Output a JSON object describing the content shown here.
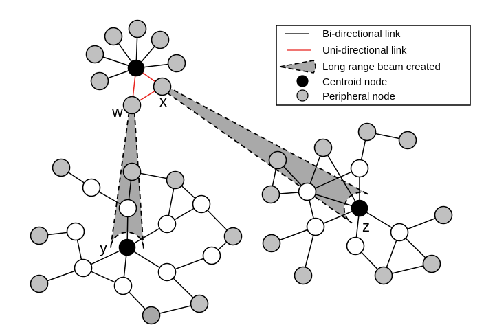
{
  "colors": {
    "bi_link": "#000000",
    "uni_link": "#e8231e",
    "beam_fill": "#a9a9a9",
    "centroid": "#000000",
    "peripheral": "#c0c0c0",
    "peripheral_dark": "#a8a8a8",
    "regular": "#ffffff"
  },
  "legend": {
    "items": [
      {
        "key": "bi",
        "label": "Bi-directional link"
      },
      {
        "key": "uni",
        "label": "Uni-directional link"
      },
      {
        "key": "beam",
        "label": "Long range beam created"
      },
      {
        "key": "centroid",
        "label": "Centroid node"
      },
      {
        "key": "peripheral",
        "label": "Peripheral node"
      }
    ]
  },
  "labels": {
    "w": "w",
    "x": "x",
    "y": "y",
    "z": "z"
  },
  "clusters": [
    {
      "name": "top",
      "nodes": [
        {
          "id": "c1",
          "type": "centroid"
        },
        {
          "id": "t1",
          "type": "peripheral"
        },
        {
          "id": "t2",
          "type": "peripheral"
        },
        {
          "id": "t3",
          "type": "peripheral"
        },
        {
          "id": "t4",
          "type": "peripheral"
        },
        {
          "id": "t5",
          "type": "peripheral"
        },
        {
          "id": "t6",
          "type": "peripheral"
        },
        {
          "id": "x",
          "type": "peripheral",
          "label": "x"
        },
        {
          "id": "w",
          "type": "peripheral",
          "label": "w"
        }
      ]
    },
    {
      "name": "left",
      "nodes": [
        {
          "id": "y",
          "type": "centroid",
          "label": "y"
        },
        {
          "id": "l1",
          "type": "peripheral"
        },
        {
          "id": "l2",
          "type": "regular"
        },
        {
          "id": "l3",
          "type": "peripheral"
        },
        {
          "id": "l4",
          "type": "regular"
        },
        {
          "id": "l5",
          "type": "peripheral"
        },
        {
          "id": "l6",
          "type": "regular"
        },
        {
          "id": "l7",
          "type": "peripheral"
        },
        {
          "id": "l8",
          "type": "regular"
        },
        {
          "id": "l9",
          "type": "regular"
        },
        {
          "id": "l10",
          "type": "peripheral"
        },
        {
          "id": "l11",
          "type": "regular"
        },
        {
          "id": "l12",
          "type": "regular"
        },
        {
          "id": "l13",
          "type": "regular"
        },
        {
          "id": "l14",
          "type": "regular"
        },
        {
          "id": "l15",
          "type": "peripheral"
        },
        {
          "id": "l16",
          "type": "peripheral_dark"
        },
        {
          "id": "l17",
          "type": "peripheral"
        }
      ]
    },
    {
      "name": "right",
      "nodes": [
        {
          "id": "z",
          "type": "centroid",
          "label": "z"
        },
        {
          "id": "r1",
          "type": "peripheral"
        },
        {
          "id": "r2",
          "type": "peripheral"
        },
        {
          "id": "r3",
          "type": "peripheral"
        },
        {
          "id": "r4",
          "type": "peripheral"
        },
        {
          "id": "r5",
          "type": "regular"
        },
        {
          "id": "r6",
          "type": "regular"
        },
        {
          "id": "r7",
          "type": "peripheral"
        },
        {
          "id": "r8",
          "type": "regular"
        },
        {
          "id": "r9",
          "type": "peripheral"
        },
        {
          "id": "r10",
          "type": "regular"
        },
        {
          "id": "r11",
          "type": "regular"
        },
        {
          "id": "r12",
          "type": "peripheral"
        },
        {
          "id": "r13",
          "type": "peripheral"
        },
        {
          "id": "r14",
          "type": "peripheral"
        },
        {
          "id": "r15",
          "type": "peripheral"
        }
      ]
    }
  ],
  "edges": [
    {
      "from": "c1",
      "to": "t1",
      "kind": "bi"
    },
    {
      "from": "c1",
      "to": "t2",
      "kind": "bi"
    },
    {
      "from": "c1",
      "to": "t3",
      "kind": "bi"
    },
    {
      "from": "c1",
      "to": "t4",
      "kind": "bi"
    },
    {
      "from": "c1",
      "to": "t5",
      "kind": "bi"
    },
    {
      "from": "c1",
      "to": "t6",
      "kind": "bi"
    },
    {
      "from": "c1",
      "to": "w",
      "kind": "uni"
    },
    {
      "from": "c1",
      "to": "x",
      "kind": "uni"
    },
    {
      "from": "w",
      "to": "x",
      "kind": "uni"
    },
    {
      "from": "y",
      "to": "l4",
      "kind": "bi"
    },
    {
      "from": "y",
      "to": "l9",
      "kind": "bi"
    },
    {
      "from": "y",
      "to": "l11",
      "kind": "bi"
    },
    {
      "from": "y",
      "to": "l13",
      "kind": "bi"
    },
    {
      "from": "y",
      "to": "l14",
      "kind": "bi"
    },
    {
      "from": "l1",
      "to": "l2",
      "kind": "bi"
    },
    {
      "from": "l2",
      "to": "l4",
      "kind": "bi"
    },
    {
      "from": "l3",
      "to": "l4",
      "kind": "bi"
    },
    {
      "from": "l3",
      "to": "l5",
      "kind": "bi"
    },
    {
      "from": "l5",
      "to": "l6",
      "kind": "bi"
    },
    {
      "from": "l5",
      "to": "l9",
      "kind": "bi"
    },
    {
      "from": "l6",
      "to": "l9",
      "kind": "bi"
    },
    {
      "from": "l6",
      "to": "l10",
      "kind": "bi"
    },
    {
      "from": "l10",
      "to": "l8",
      "kind": "bi"
    },
    {
      "from": "l8",
      "to": "l13",
      "kind": "bi"
    },
    {
      "from": "l7",
      "to": "l12",
      "kind": "bi"
    },
    {
      "from": "l12",
      "to": "l11",
      "kind": "bi"
    },
    {
      "from": "l11",
      "to": "l14",
      "kind": "bi"
    },
    {
      "from": "l11",
      "to": "l15",
      "kind": "bi"
    },
    {
      "from": "l15",
      "to": "l12x",
      "kind": "skip"
    },
    {
      "from": "l15",
      "to": "l16",
      "kind": "skip"
    },
    {
      "from": "l14",
      "to": "l16",
      "kind": "bi"
    },
    {
      "from": "l16",
      "to": "l17",
      "kind": "bi"
    },
    {
      "from": "l17",
      "to": "l13",
      "kind": "bi"
    },
    {
      "from": "l12",
      "to": "l18",
      "kind": "skip"
    },
    {
      "from": "r5",
      "to": "r1",
      "kind": "bi"
    },
    {
      "from": "r5",
      "to": "r2",
      "kind": "bi"
    },
    {
      "from": "r5",
      "to": "r4",
      "kind": "bi"
    },
    {
      "from": "r5",
      "to": "r6",
      "kind": "bi"
    },
    {
      "from": "r5",
      "to": "z",
      "kind": "bi"
    },
    {
      "from": "r5",
      "to": "r8",
      "kind": "bi"
    },
    {
      "from": "r1",
      "to": "r4",
      "kind": "bi"
    },
    {
      "from": "r2",
      "to": "z",
      "kind": "bi"
    },
    {
      "from": "r6",
      "to": "z",
      "kind": "bi"
    },
    {
      "from": "r6",
      "to": "r3",
      "kind": "bi"
    },
    {
      "from": "r3",
      "to": "r7",
      "kind": "bi"
    },
    {
      "from": "r7",
      "to": "r10x",
      "kind": "skip"
    },
    {
      "from": "z",
      "to": "r8",
      "kind": "bi"
    },
    {
      "from": "z",
      "to": "r10",
      "kind": "bi"
    },
    {
      "from": "z",
      "to": "r11",
      "kind": "bi"
    },
    {
      "from": "z",
      "to": "r12x",
      "kind": "skip"
    },
    {
      "from": "r8",
      "to": "r12",
      "kind": "bi"
    },
    {
      "from": "r8",
      "to": "r13",
      "kind": "bi"
    },
    {
      "from": "r10",
      "to": "r14",
      "kind": "bi"
    },
    {
      "from": "r11",
      "to": "r14",
      "kind": "bi"
    },
    {
      "from": "r11",
      "to": "r15",
      "kind": "bi"
    },
    {
      "from": "r11",
      "to": "r9",
      "kind": "bi"
    },
    {
      "from": "r14",
      "to": "r15",
      "kind": "bi"
    },
    {
      "from": "r6x",
      "to": "r9",
      "kind": "skip"
    }
  ],
  "beams": [
    {
      "from": "w",
      "to": "y"
    },
    {
      "from": "x",
      "to": "z"
    }
  ]
}
